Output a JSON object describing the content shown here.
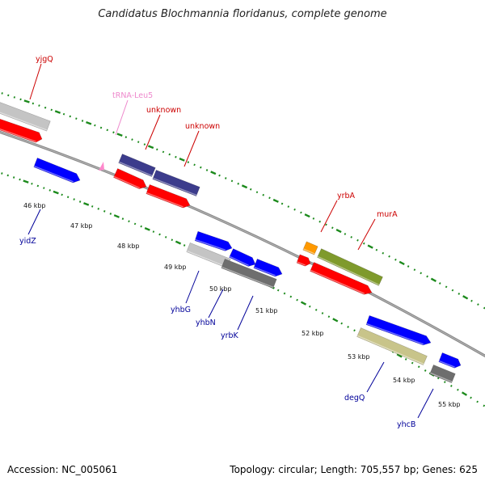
{
  "title": "Candidatus Blochmannia floridanus, complete genome",
  "footer": {
    "accession": "Accession: NC_005061",
    "summary": "Topology: circular; Length: 705,557 bp; Genes: 625"
  },
  "colors": {
    "red": "#ff0000",
    "blue": "#0000ff",
    "navy": "#3c3c8c",
    "silver": "#c4c4c4",
    "gray": "#6e6e6e",
    "olive": "#7f9a2c",
    "khaki": "#c8c48a",
    "orange": "#ff9900",
    "pink": "#ff88cc",
    "tick": "#1c8a1c",
    "label_red": "#cc0000",
    "label_blue": "#000099",
    "label_pink": "#ee88cc",
    "track": "#888888"
  },
  "scale_labels": [
    "46 kbp",
    "47 kbp",
    "48 kbp",
    "49 kbp",
    "50 kbp",
    "51 kbp",
    "52 kbp",
    "53 kbp",
    "54 kbp",
    "55 kbp"
  ],
  "gene_labels": {
    "top": [
      "yjgQ",
      "tRNA-Leu5",
      "unknown",
      "unknown",
      "yrbA",
      "murA"
    ],
    "bottom": [
      "yidZ",
      "yhbG",
      "yhbN",
      "yrbK",
      "degQ",
      "yhcB"
    ]
  }
}
